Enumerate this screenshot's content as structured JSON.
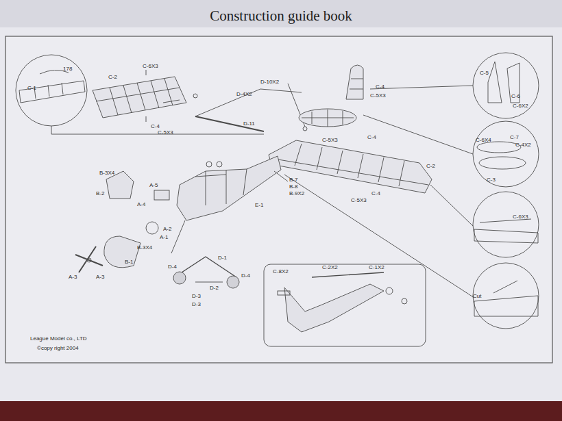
{
  "diagram": {
    "title": "Construction guide book",
    "labels": [
      "178",
      "C-1",
      "C-2",
      "C-6X3",
      "C-4",
      "C-5X3",
      "D-10X2",
      "D-4X2",
      "D-11",
      "C-4",
      "C-5X3",
      "C-5X3",
      "C-4",
      "C-2",
      "C-5X3",
      "C-4",
      "E-1",
      "B-3X4",
      "B-2",
      "A-5",
      "A-4",
      "B-7",
      "B-8",
      "B-9X2",
      "A-2",
      "A-1",
      "B-3X4",
      "B-1",
      "A-3",
      "A-3",
      "D-4",
      "D-1",
      "D-4",
      "D-2",
      "D-3",
      "D-3",
      "C-8X2",
      "C-2X2",
      "C-1X2",
      "C-5",
      "C-6",
      "C-6X2",
      "C-6X4",
      "C-7",
      "C-4X2",
      "C-3",
      "C-6X3",
      "Cut",
      "League Model co., LTD",
      "©copy right 2004"
    ]
  }
}
